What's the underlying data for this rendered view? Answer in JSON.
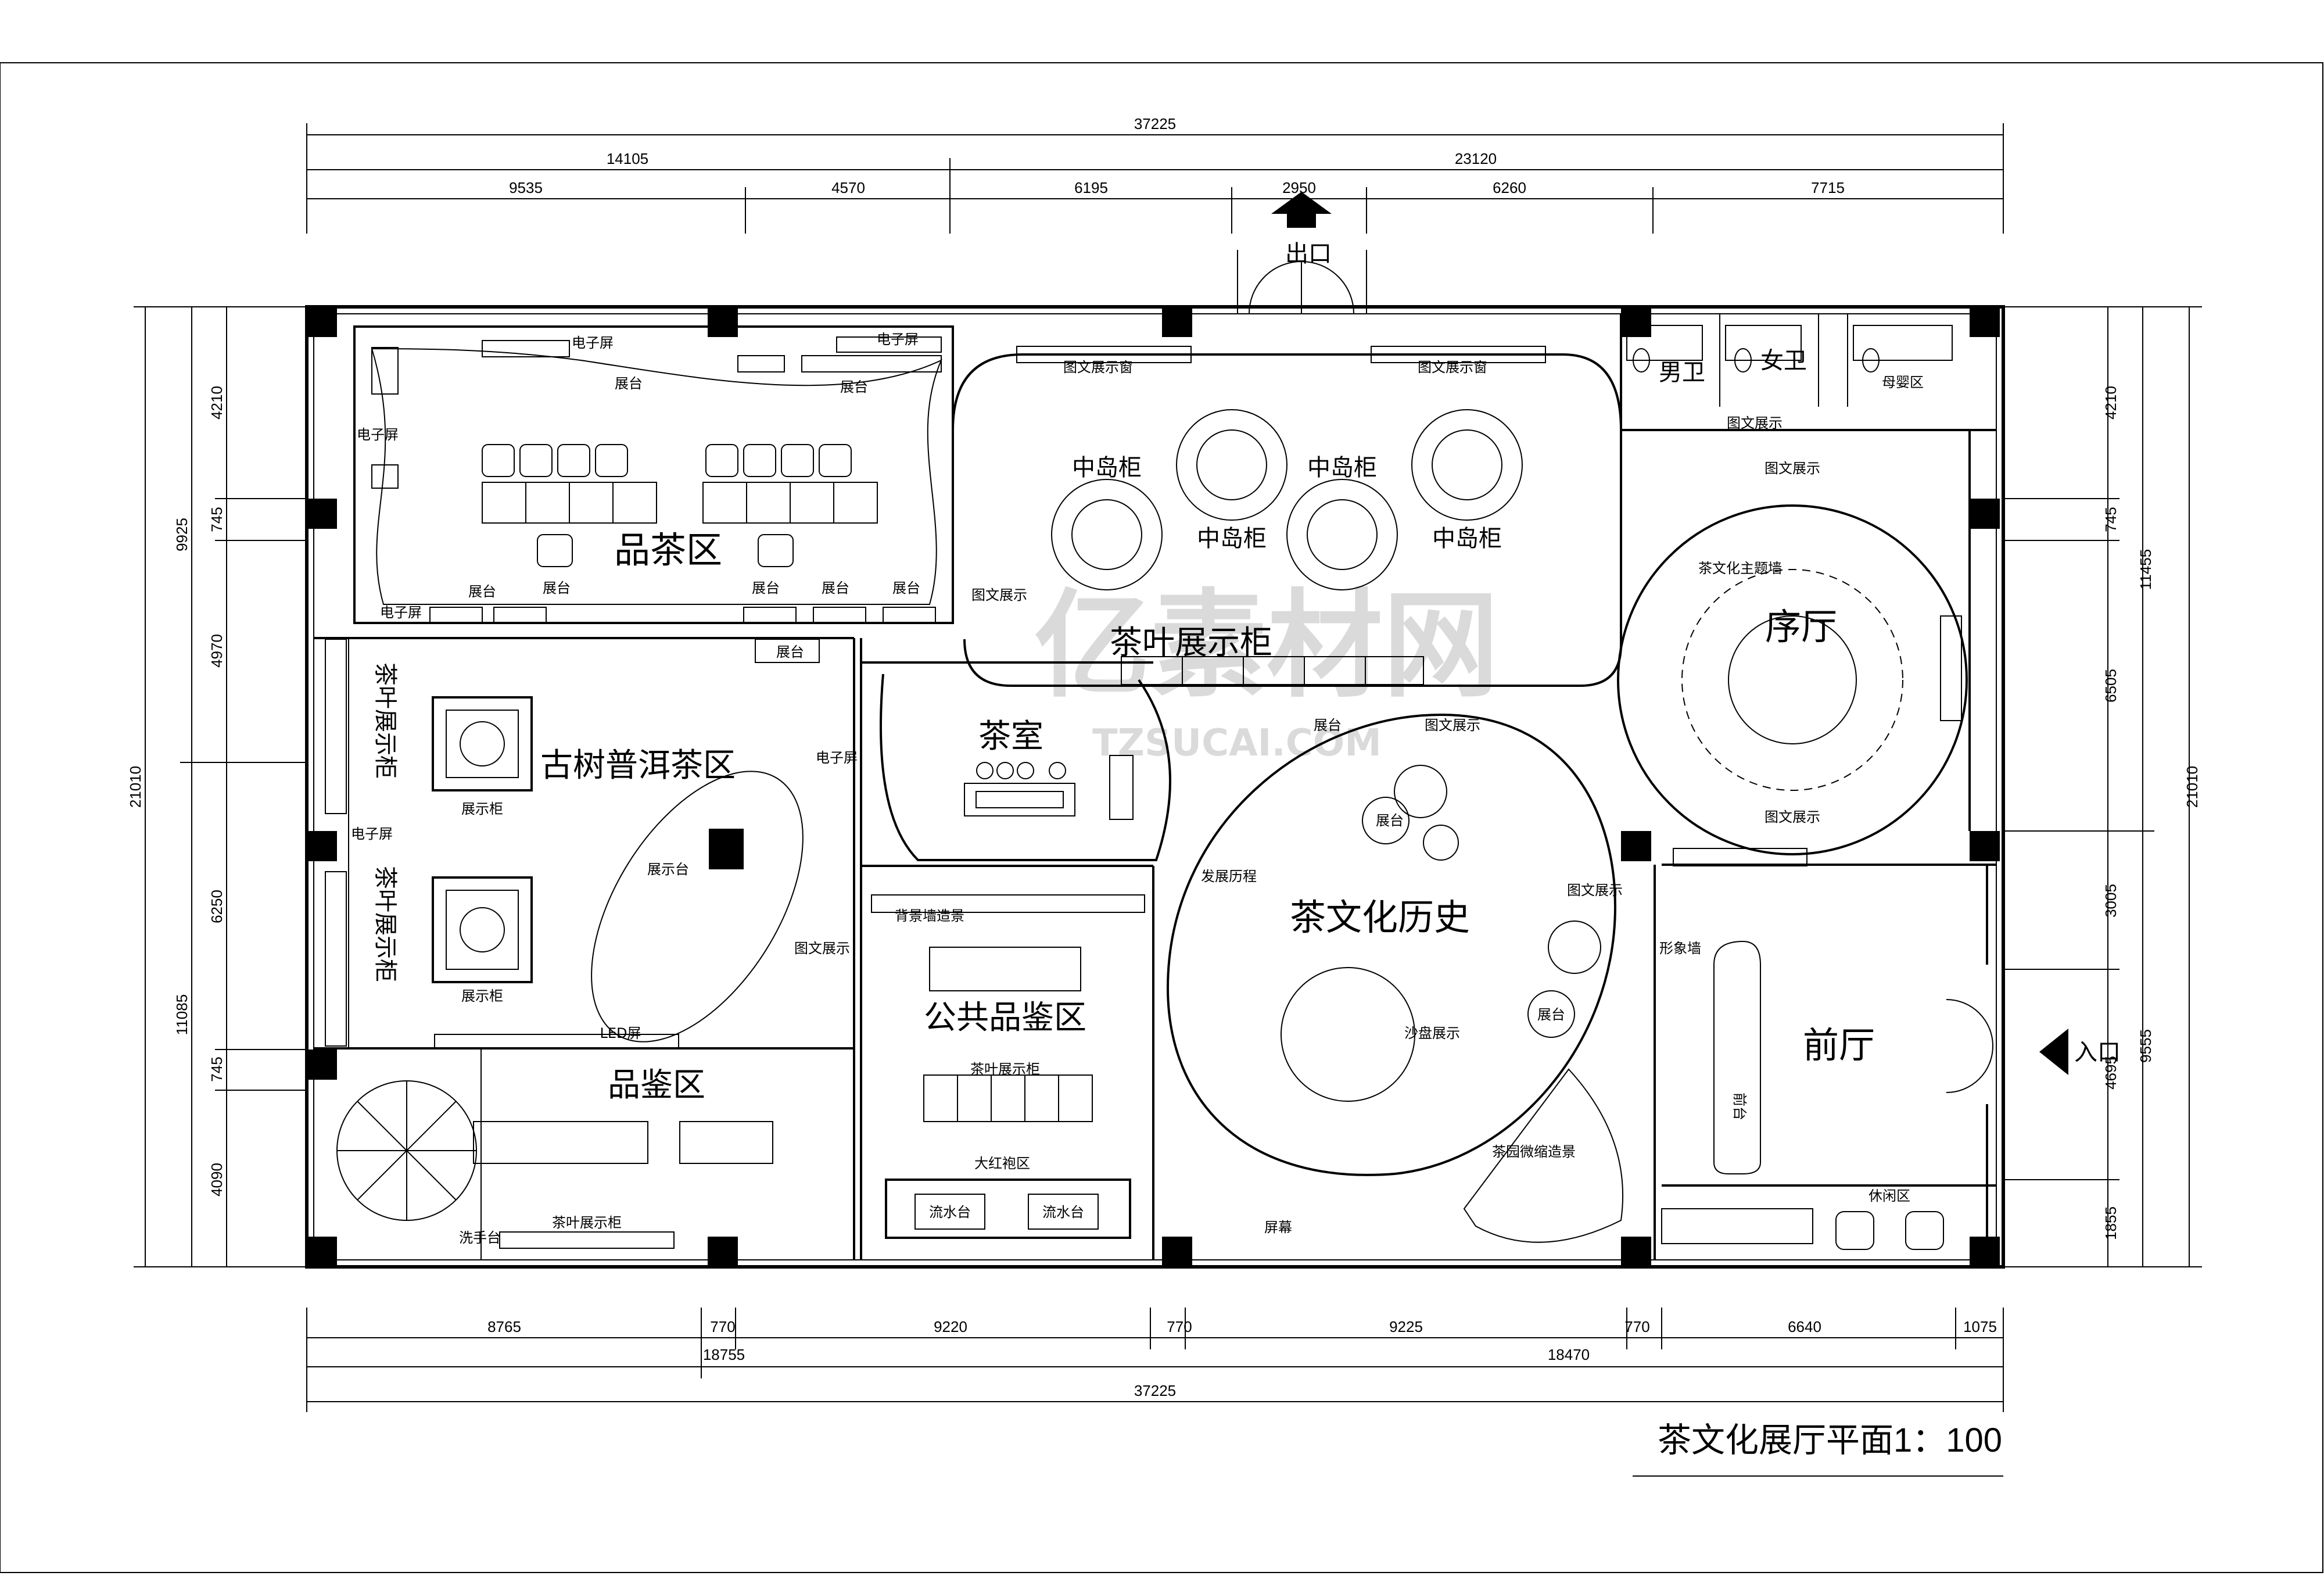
{
  "drawing": {
    "title": "茶文化展厅平面1：100",
    "watermark_main": "亿素材网",
    "watermark_sub": "TZSUCAI.COM"
  },
  "dims": {
    "top_total": "37225",
    "top_l2_a": "14105",
    "top_l2_b": "23120",
    "top_l3": [
      "9535",
      "4570",
      "6195",
      "2950",
      "6260",
      "7715"
    ],
    "bottom_l1": [
      "8765",
      "770",
      "9220",
      "770",
      "9225",
      "770",
      "6640",
      "1075"
    ],
    "bottom_l2_a": "18755",
    "bottom_l2_b": "18470",
    "bottom_total": "37225",
    "left_total": "21010",
    "left_l2_a": "9925",
    "left_l2_b": "11085",
    "left_l3": [
      "4210",
      "745",
      "4970",
      "6250",
      "745",
      "4090"
    ],
    "right_total": "21010",
    "right_l2_a": "11455",
    "right_l2_b": "9555",
    "right_l3": [
      "4210",
      "745",
      "6505",
      "3005",
      "4695",
      "1855"
    ]
  },
  "rooms": {
    "tasting_area": "品茶区",
    "puer_area": "古树普洱茶区",
    "appraisal_area": "品鉴区",
    "tea_room": "茶室",
    "public_appraisal": "公共品鉴区",
    "history": "茶文化历史",
    "lobby": "序厅",
    "front_hall": "前厅",
    "mens_wc": "男卫",
    "womens_wc": "女卫",
    "mother_baby": "母婴区",
    "exit": "出口",
    "entrance": "入口"
  },
  "labels": {
    "e_screen": "电子屏",
    "stage": "展台",
    "display_cab": "展示柜",
    "tea_display_cab": "茶叶展示柜",
    "graphic_window": "图文展示窗",
    "graphic_display": "图文展示",
    "island_cab": "中岛柜",
    "culture_wall": "茶文化主题墙",
    "led": "LED屏",
    "bg_wall": "背景墙造景",
    "dahongpao": "大红袍区",
    "sand_table": "沙盘展示",
    "dev_history": "发展历程",
    "screen": "屏幕",
    "garden": "茶园微缩造景",
    "image_wall": "形象墙",
    "rest_area": "休闲区",
    "reception": "前台",
    "display_platform": "展示台",
    "water_table": "流水台",
    "wash": "洗手台"
  }
}
